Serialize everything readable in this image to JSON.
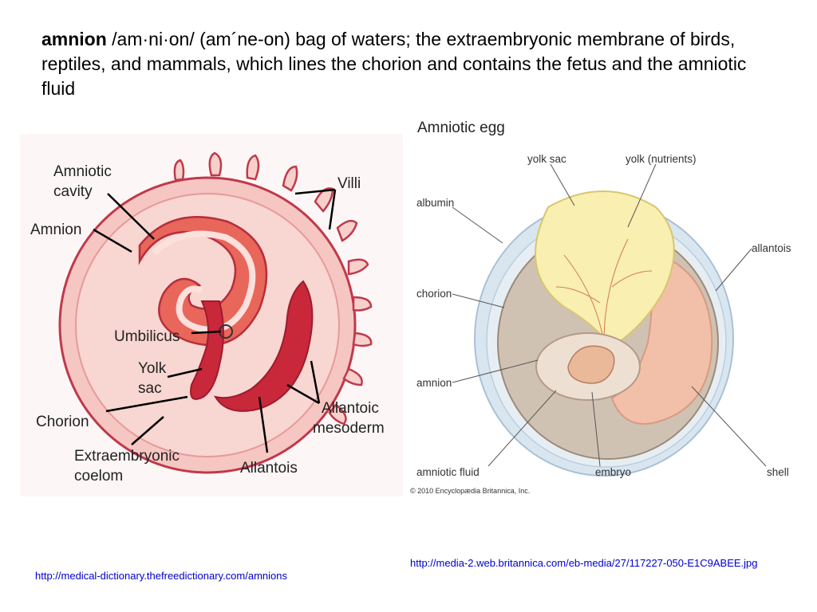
{
  "definition": {
    "term": "amnion",
    "text": " /am·ni·on/ (am´ne-on) bag of waters; the extraembryonic membrane of birds, reptiles, and mammals, which lines the chorion and contains the fetus and the amniotic fluid"
  },
  "left_diagram": {
    "labels": {
      "amniotic_cavity_1": "Amniotic",
      "amniotic_cavity_2": "cavity",
      "villi": "Villi",
      "amnion": "Amnion",
      "umbilicus": "Umbilicus",
      "yolk_sac_1": "Yolk",
      "yolk_sac_2": "sac",
      "chorion": "Chorion",
      "allantoic_mesoderm_1": "Allantoic",
      "allantoic_mesoderm_2": "mesoderm",
      "extraembryonic_coelom_1": "Extraembryonic",
      "extraembryonic_coelom_2": "coelom",
      "allantois": "Allantois"
    }
  },
  "right_diagram": {
    "title": "Amniotic egg",
    "labels": {
      "yolk_sac": "yolk sac",
      "yolk_nutrients": "yolk (nutrients)",
      "albumin": "albumin",
      "allantois": "allantois",
      "chorion": "chorion",
      "amnion": "amnion",
      "amniotic_fluid": "amniotic fluid",
      "embryo": "embryo",
      "shell": "shell"
    },
    "copyright": "© 2010 Encyclopædia Britannica, Inc."
  },
  "links": {
    "britannica": "http://media-2.web.britannica.com/eb-media/27/117227-050-E1C9ABEE.jpg",
    "dictionary": "http://medical-dictionary.thefreedictionary.com/amnions"
  },
  "colors": {
    "chorion_fill": "#f6c6c2",
    "amnion_fill": "#e8665a",
    "allantois_fill": "#c8283a",
    "shell_fill": "#d9e6f0",
    "yolk_fill": "#f8efb0",
    "allantois_egg_fill": "#f2c0a8"
  }
}
